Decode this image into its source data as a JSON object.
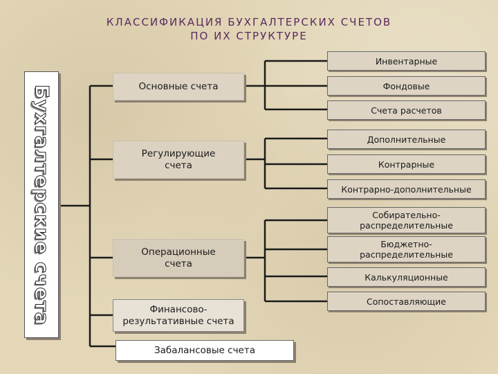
{
  "title": {
    "line1": "КЛАССИФИКАЦИЯ  БУХГАЛТЕРСКИХ  СЧЕТОВ",
    "line2": "ПО  ИХ  СТРУКТУРЕ"
  },
  "root": {
    "label": "Бухгалтерские счета"
  },
  "groups": [
    {
      "label": "Основные счета"
    },
    {
      "label": "Регулирующие счета"
    },
    {
      "label": "Операционные счета"
    },
    {
      "label": "Финансово-результативные счета"
    },
    {
      "label": "Забалансовые счета"
    }
  ],
  "leaves": [
    {
      "label": "Инвентарные"
    },
    {
      "label": "Фондовые"
    },
    {
      "label": "Счета расчетов"
    },
    {
      "label": "Дополнительные"
    },
    {
      "label": "Контрарные"
    },
    {
      "label": "Контрарно-дополнительные"
    },
    {
      "label": "Собирательно-распределительные"
    },
    {
      "label": "Бюджетно-распределительные"
    },
    {
      "label": "Калькуляционные"
    },
    {
      "label": "Сопоставляющие"
    }
  ],
  "colors": {
    "background": "#e3d7b8",
    "title": "#5a2a5e",
    "line": "#1a1a1a"
  }
}
